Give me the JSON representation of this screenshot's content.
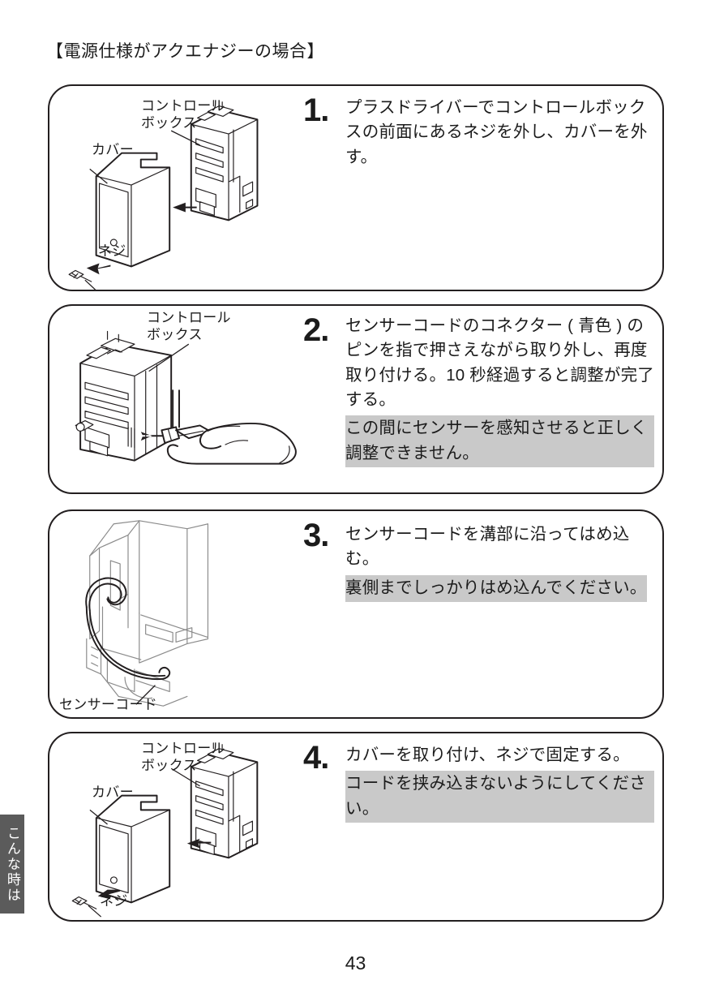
{
  "page": {
    "heading": "【電源仕様がアクエナジーの場合】",
    "number": "43",
    "side_tab_label": "こんな時は",
    "colors": {
      "ink": "#231f20",
      "note_background": "#c9c9c9",
      "tab_background": "#5b5b5b",
      "page_background": "#ffffff"
    }
  },
  "steps": [
    {
      "number": "1.",
      "text": "プラスドライバーでコントロールボックスの前面にあるネジを外し、カバーを外す。",
      "note": "",
      "figure": {
        "name": "control-box-cover-removal-diagram",
        "labels": [
          {
            "name": "control-box-label",
            "text": "コントロール\nボックス"
          },
          {
            "name": "cover-label",
            "text": "カバー"
          },
          {
            "name": "screw-label",
            "text": "ネジ"
          }
        ]
      }
    },
    {
      "number": "2.",
      "text": "センサーコードのコネクター ( 青色 ) のピンを指で押さえながら取り外し、再度取り付ける。10 秒経過すると調整が完了する。",
      "note": "この間にセンサーを感知させると正しく調整できません。",
      "figure": {
        "name": "connector-reinsert-diagram",
        "labels": [
          {
            "name": "control-box-label",
            "text": "コントロール\nボックス"
          }
        ]
      }
    },
    {
      "number": "3.",
      "text": "センサーコードを溝部に沿ってはめ込む。",
      "note": "裏側までしっかりはめ込んでください。",
      "figure": {
        "name": "sensor-cord-routing-diagram",
        "labels": [
          {
            "name": "sensor-cord-label",
            "text": "センサーコード"
          }
        ]
      }
    },
    {
      "number": "4.",
      "text": "カバーを取り付け、ネジで固定する。",
      "note": "コードを挟み込まないようにしてください。",
      "figure": {
        "name": "control-box-cover-install-diagram",
        "labels": [
          {
            "name": "control-box-label",
            "text": "コントロール\nボックス"
          },
          {
            "name": "cover-label",
            "text": "カバー"
          },
          {
            "name": "screw-label",
            "text": "ネジ"
          }
        ]
      }
    }
  ]
}
